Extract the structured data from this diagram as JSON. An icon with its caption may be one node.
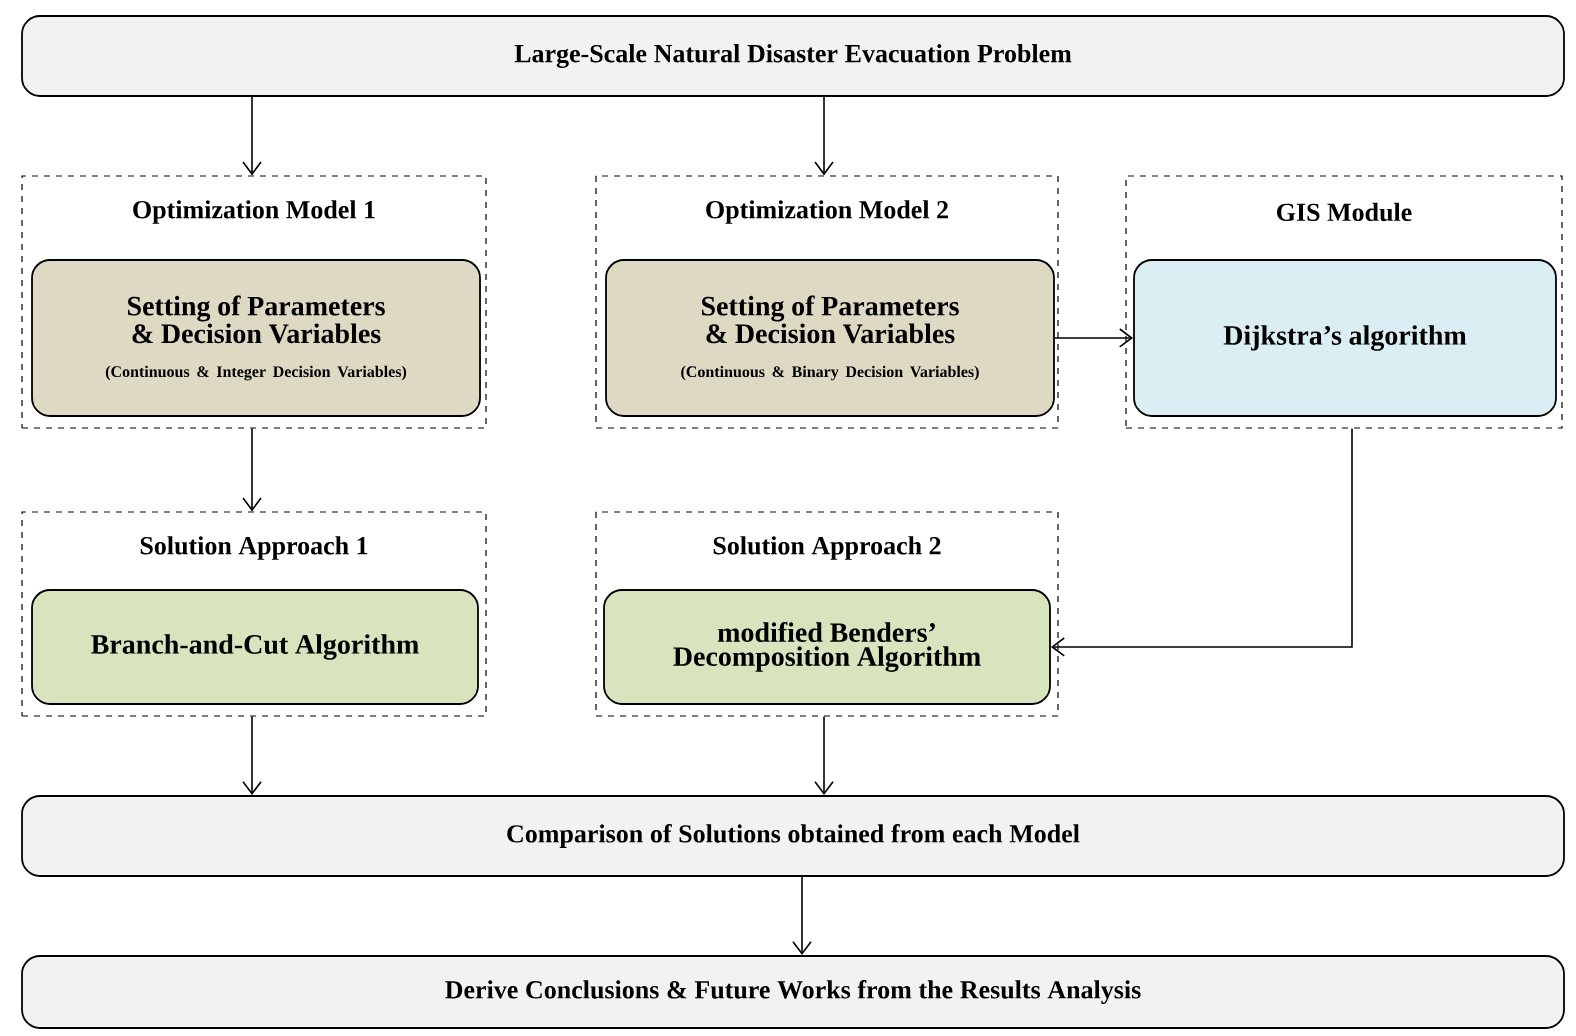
{
  "diagram": {
    "nodes": [
      {
        "text": [
          "Large-Scale Natural Disaster Evacuation Problem"
        ]
      },
      {
        "text": [
          "Optimization Model 1"
        ]
      },
      {
        "text": [
          "Setting of Parameters & Decision Variables",
          "(Continuous & Integer Decision Variables)"
        ],
        "in": 1
      },
      {
        "text": [
          "Optimization Model 2"
        ]
      },
      {
        "text": [
          "Setting of Parameters & Decision Variables",
          "(Continuous & Binary Decision Variables)"
        ],
        "in": 3
      },
      {
        "text": [
          "GIS Module"
        ]
      },
      {
        "text": [
          "Dijkstra’s algorithm"
        ],
        "in": 5
      },
      {
        "text": [
          "Solution Approach 1"
        ]
      },
      {
        "text": [
          "Branch-and-Cut Algorithm"
        ],
        "in": 7
      },
      {
        "text": [
          "Solution Approach 2"
        ]
      },
      {
        "text": [
          "modified Benders’ Decomposition Algorithm"
        ],
        "in": 9
      },
      {
        "text": [
          "Comparison of Solutions obtained from each Model"
        ]
      },
      {
        "text": [
          "Derive Conclusions & Future Works from the Results Analysis"
        ]
      }
    ],
    "edges": [
      {
        "from": 0,
        "to": 1,
        "arrow": "to"
      },
      {
        "from": 0,
        "to": 3,
        "arrow": "to"
      },
      {
        "from": 1,
        "to": 7,
        "arrow": "to"
      },
      {
        "from": 4,
        "to": 6,
        "arrow": "to"
      },
      {
        "from": 5,
        "to": 10,
        "arrow": "to"
      },
      {
        "from": 7,
        "to": 11,
        "arrow": "to"
      },
      {
        "from": 9,
        "to": 11,
        "arrow": "to"
      },
      {
        "from": 11,
        "to": 12,
        "arrow": "to"
      }
    ]
  }
}
